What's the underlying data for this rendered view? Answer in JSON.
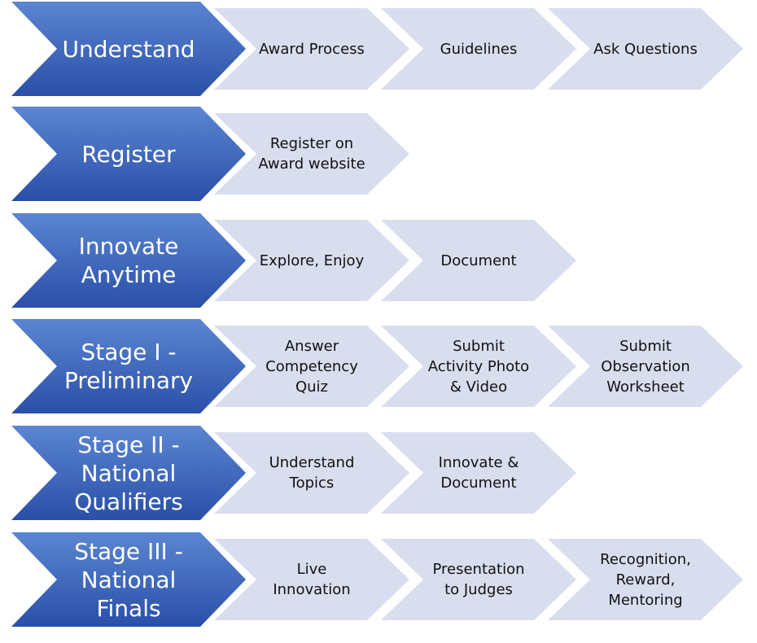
{
  "colors": {
    "stage_fill_light": "#5b86d2",
    "stage_fill_dark": "#2a4fa8",
    "stage_text": "#ffffff",
    "task_fill": "#d9deef",
    "task_text": "#111111"
  },
  "rows": [
    {
      "stage": "Understand",
      "tasks": [
        "Award Process",
        "Guidelines",
        "Ask Questions"
      ]
    },
    {
      "stage": "Register",
      "tasks": [
        "Register on\nAward website"
      ]
    },
    {
      "stage": "Innovate\nAnytime",
      "tasks": [
        "Explore, Enjoy",
        "Document"
      ]
    },
    {
      "stage": "Stage I -\nPreliminary",
      "tasks": [
        "Answer\nCompetency\nQuiz",
        "Submit\nActivity Photo\n& Video",
        "Submit\nObservation\nWorksheet"
      ]
    },
    {
      "stage": "Stage II -\nNational\nQualifiers",
      "tasks": [
        "Understand\nTopics",
        "Innovate &\nDocument"
      ]
    },
    {
      "stage": "Stage III -\nNational\nFinals",
      "tasks": [
        "Live\nInnovation",
        "Presentation\nto Judges",
        "Recognition,\nReward,\nMentoring"
      ]
    }
  ]
}
